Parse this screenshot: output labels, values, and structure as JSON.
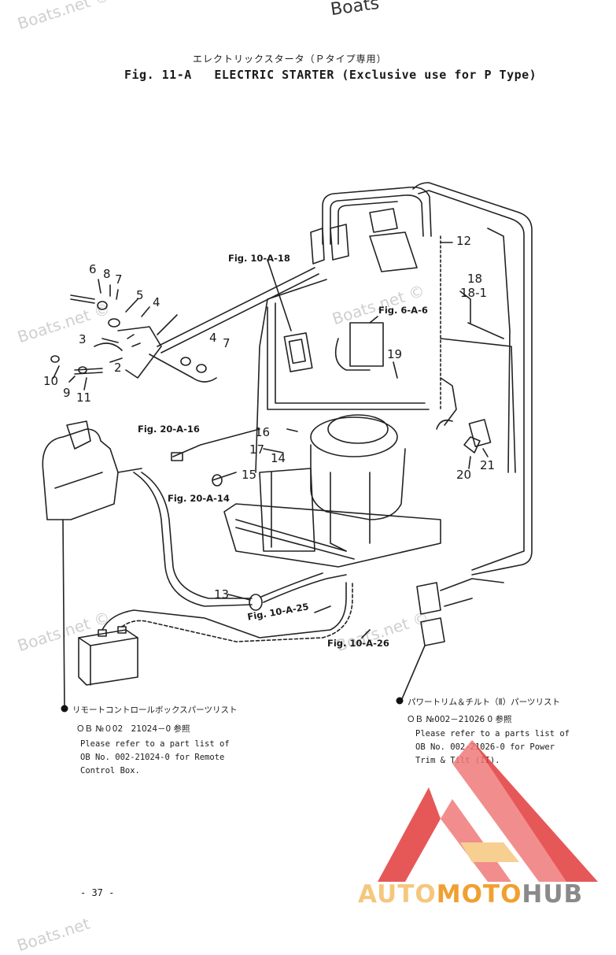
{
  "watermarks": [
    "Boats.net ©",
    "Boats",
    "Boats.net ©",
    "Boats.net ©",
    "Boats.net ©",
    "Boats.net ©",
    "Boats.net"
  ],
  "header": {
    "title_jp": "エレクトリックスタータ（Ｐタイプ専用）",
    "title_en": "Fig. 11-A   ELECTRIC STARTER (Exclusive use for P Type)"
  },
  "fig_refs": [
    "Fig. 10-A-18",
    "Fig. 6-A-6",
    "Fig. 20-A-16",
    "Fig. 20-A-14",
    "Fig. 10-A-25",
    "Fig. 10-A-26"
  ],
  "part_numbers": [
    "6",
    "8",
    "7",
    "5",
    "4",
    "3",
    "2",
    "4",
    "7",
    "10",
    "9",
    "11",
    "12",
    "18",
    "18-1",
    "19",
    "16",
    "17",
    "14",
    "15",
    "13",
    "20",
    "21"
  ],
  "notes": {
    "left": {
      "jp_line1": "リモートコントロールボックスパーツリスト",
      "jp_line2": "ＯＢ №０02　21024－0 参照",
      "en": [
        "Please refer to a part list of",
        "OB No. 002-21024-0 for Remote",
        "Control Box."
      ]
    },
    "right": {
      "jp_line1": "パワートリム＆チルト（Ⅱ）パーツリスト",
      "jp_line2": "ＯＢ №002－21026 0 参照",
      "en": [
        "Please refer to a parts list of",
        "OB No. 002-21026-0 for Power",
        "Trim & Tilt (II)."
      ]
    }
  },
  "page_number": "- 37 -",
  "logo": {
    "part1": "AUTO",
    "part2": "MOTO",
    "part3": "HUB",
    "color_light": "#f5c77e",
    "color_orange": "#f0a030",
    "color_gray": "#8a8a8a",
    "color_red": "#e23b3b"
  }
}
